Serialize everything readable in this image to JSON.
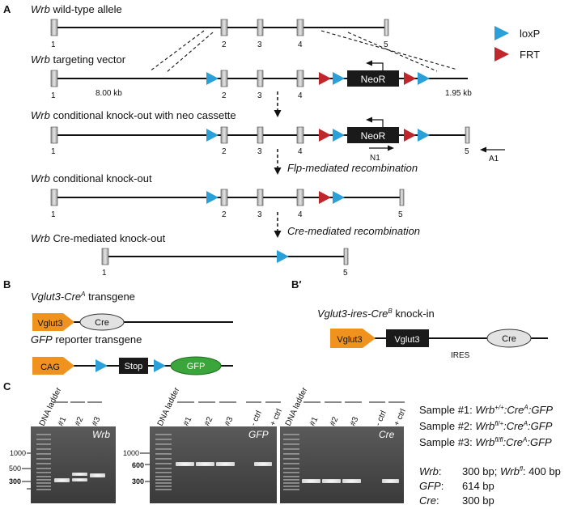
{
  "panel_labels": {
    "A": "A",
    "B": "B",
    "Bp": "B′",
    "C": "C"
  },
  "legend": {
    "loxp": "loxP",
    "frt": "FRT",
    "loxp_color": "#2a9fd8",
    "frt_color": "#c0272d"
  },
  "rows": {
    "wildtype": {
      "gene": "Wrb",
      "rest": " wild-type allele"
    },
    "targeting": {
      "gene": "Wrb",
      "rest": " targeting vector"
    },
    "cko_neo": {
      "gene": "Wrb",
      "rest": " conditional knock-out with neo cassette"
    },
    "cko": {
      "gene": "Wrb",
      "rest": " conditional knock-out"
    },
    "cre_ko": {
      "gene": "Wrb",
      "rest": " Cre-mediated knock-out"
    }
  },
  "exons": {
    "e1": "1",
    "e2": "2",
    "e3": "3",
    "e4": "4",
    "e5": "5"
  },
  "neor": "NeoR",
  "arm_left": "8.00 kb",
  "arm_right": "1.95 kb",
  "primers": {
    "n1": "N1",
    "a1": "A1"
  },
  "steps": {
    "flp": "Flp-mediated recombination",
    "cre": "Cre-mediated recombination"
  },
  "panel_b": {
    "vglut_title_gene": "Vglut3-Cre",
    "vglut_title_sup": "A",
    "vglut_title_rest": " transgene",
    "vglut3": "Vglut3",
    "cre": "Cre",
    "gfp_title_gene": "GFP",
    "gfp_title_rest": " reporter transgene",
    "cag": "CAG",
    "stop": "Stop",
    "gfp": "GFP",
    "orange": "#f0921e",
    "green": "#3aa53a"
  },
  "panel_bp": {
    "title_gene": "Vglut3-ires-Cre",
    "title_sup": "B",
    "title_rest": " knock-in",
    "vglut3_arrow": "Vglut3",
    "vglut3_box": "Vglut3",
    "ires": "IRES",
    "cre": "Cre"
  },
  "gels": {
    "lanes_wrb": [
      "DNA ladder",
      "#1",
      "#2",
      "#3"
    ],
    "lanes_gfp": [
      "DNA ladder",
      "#1",
      "#2",
      "#3",
      "- ctrl",
      "+ ctrl"
    ],
    "lanes_cre": [
      "DNA ladder",
      "#1",
      "#2",
      "#3",
      "- ctrl",
      "+ ctrl"
    ],
    "gel_labels": {
      "wrb": "Wrb",
      "gfp": "GFP",
      "cre": "Cre"
    },
    "markers_wrb": [
      "1000",
      "500",
      "300"
    ],
    "markers_gfp": [
      "1000",
      "600",
      "300"
    ]
  },
  "samples": {
    "s1_prefix": "Sample #1: ",
    "s1_gene": "Wrb",
    "s1_sup": "+/+",
    "s1_mid": ":Cre",
    "s1_sup2": "A",
    "s1_end": ":GFP",
    "s2_prefix": "Sample #2: ",
    "s2_gene": "Wrb",
    "s2_sup": "fl/+",
    "s2_mid": ":Cre",
    "s2_sup2": "A",
    "s2_end": ":GFP",
    "s3_prefix": "Sample #3: ",
    "s3_gene": "Wrb",
    "s3_sup": "fl/fl",
    "s3_mid": ":Cre",
    "s3_sup2": "A",
    "s3_end": ":GFP"
  },
  "sizes": {
    "wrb_gene": "Wrb",
    "wrb_value": "300 bp; ",
    "wrbfl_gene": "Wrb",
    "wrbfl_sup": "fl",
    "wrbfl_value": ": 400 bp",
    "gfp_gene": "GFP",
    "gfp_value": "614 bp",
    "cre_gene": "Cre",
    "cre_value": "300 bp"
  }
}
